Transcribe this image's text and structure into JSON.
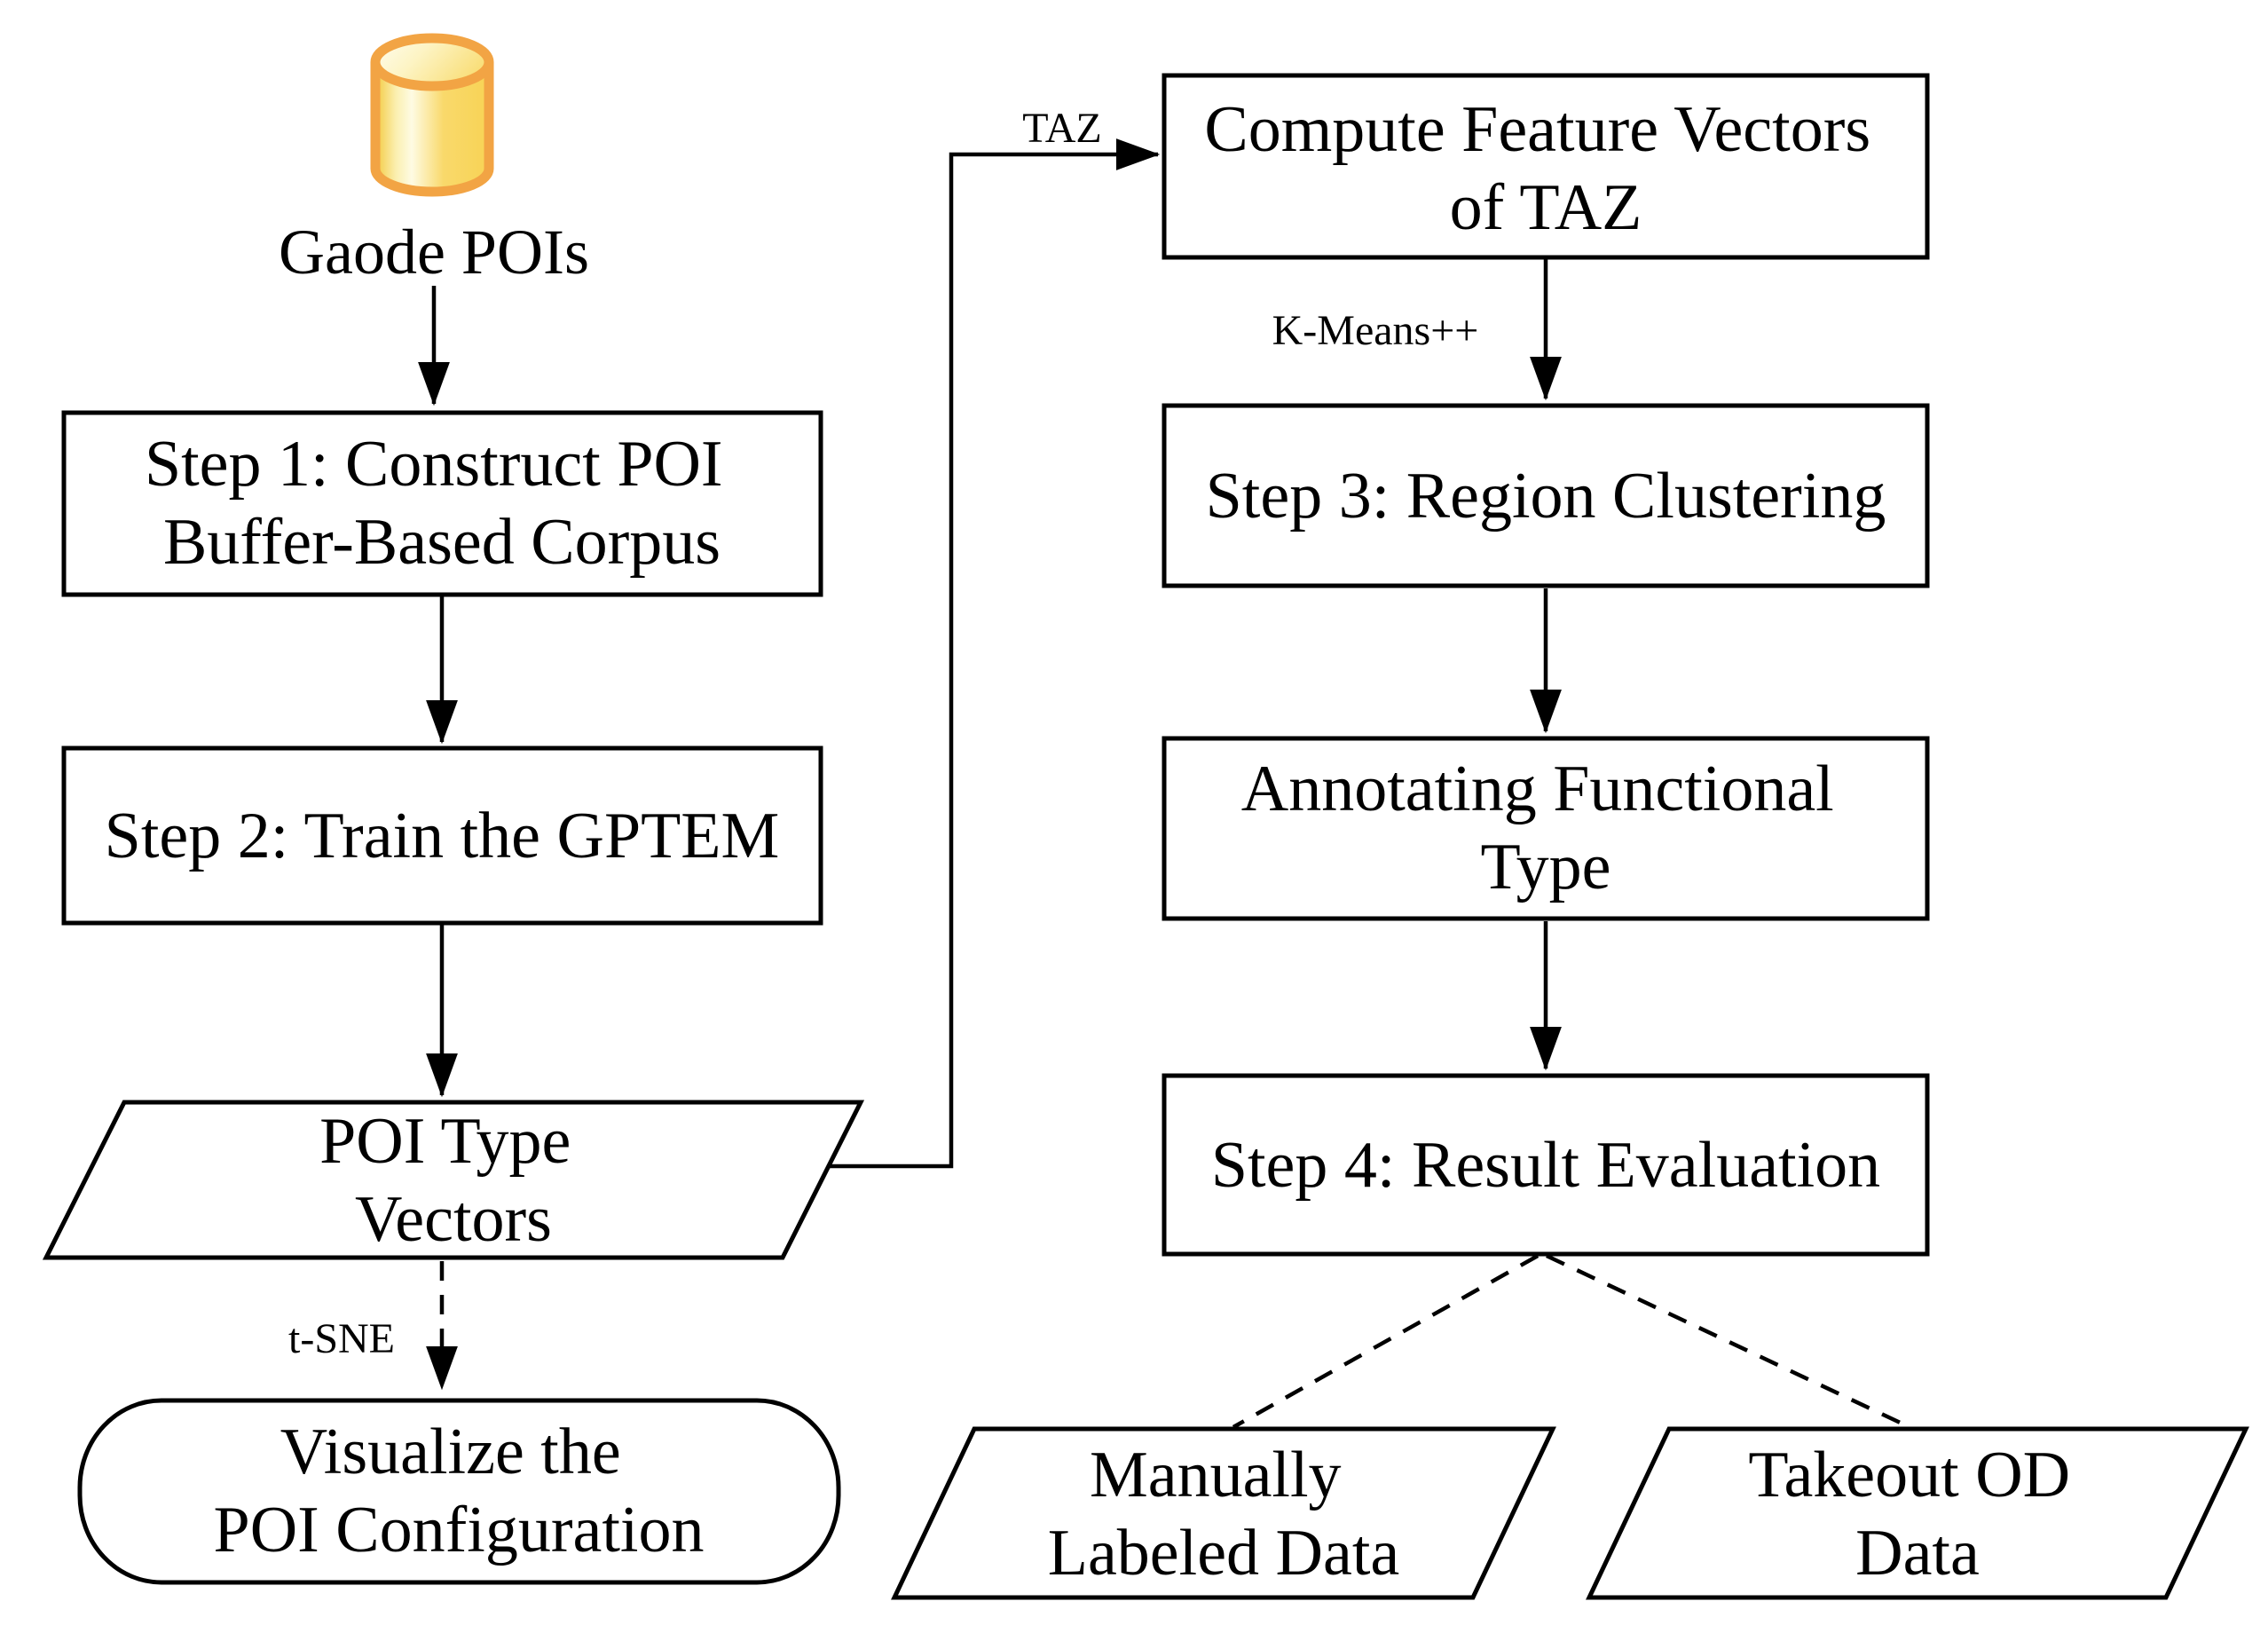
{
  "diagram": {
    "title": "POI / TAZ functional region workflow flowchart",
    "database": {
      "label": "Gaode POIs"
    },
    "nodes": {
      "step1": {
        "lines": [
          "Step 1: Construct POI",
          "Buffer-Based Corpus"
        ]
      },
      "step2": {
        "lines": [
          "Step 2: Train the GPTEM"
        ]
      },
      "poi_vectors": {
        "lines": [
          "POI Type",
          "Vectors"
        ]
      },
      "visualize": {
        "lines": [
          "Visualize the",
          "POI Configuration"
        ]
      },
      "compute": {
        "lines": [
          "Compute Feature Vectors",
          "of TAZ"
        ]
      },
      "step3": {
        "lines": [
          "Step 3: Region Clustering"
        ]
      },
      "annotate": {
        "lines": [
          "Annotating Functional",
          "Type"
        ]
      },
      "step4": {
        "lines": [
          "Step 4: Result Evaluation"
        ]
      },
      "manual": {
        "lines": [
          "Manually",
          "Labeled Data"
        ]
      },
      "takeout": {
        "lines": [
          "Takeout OD",
          "Data"
        ]
      }
    },
    "edge_labels": {
      "taz": "TAZ",
      "kmeans": "K-Means++",
      "tsne": "t-SNE"
    },
    "colors": {
      "line": "#000000",
      "db_border": "#F2A444",
      "db_gold": "#F6CB43",
      "db_highlight": "#FEFBE3",
      "db_mid_gold": "#F9D96B",
      "db_top_light": "#FEFDF0",
      "db_top_gold": "#F9DF7B"
    }
  }
}
